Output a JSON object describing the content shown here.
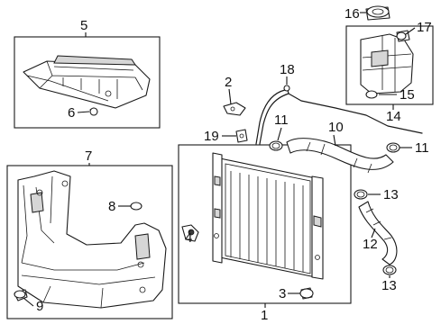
{
  "callouts": {
    "c1": "1",
    "c2": "2",
    "c3": "3",
    "c4": "4",
    "c5": "5",
    "c6": "6",
    "c7": "7",
    "c8": "8",
    "c9": "9",
    "c10": "10",
    "c11a": "11",
    "c11b": "11",
    "c12": "12",
    "c13a": "13",
    "c13b": "13",
    "c14": "14",
    "c15": "15",
    "c16": "16",
    "c17": "17",
    "c18": "18",
    "c19": "19"
  },
  "colors": {
    "line": "#1a1a1a",
    "background": "#ffffff",
    "shade": "#d6d6d6"
  }
}
